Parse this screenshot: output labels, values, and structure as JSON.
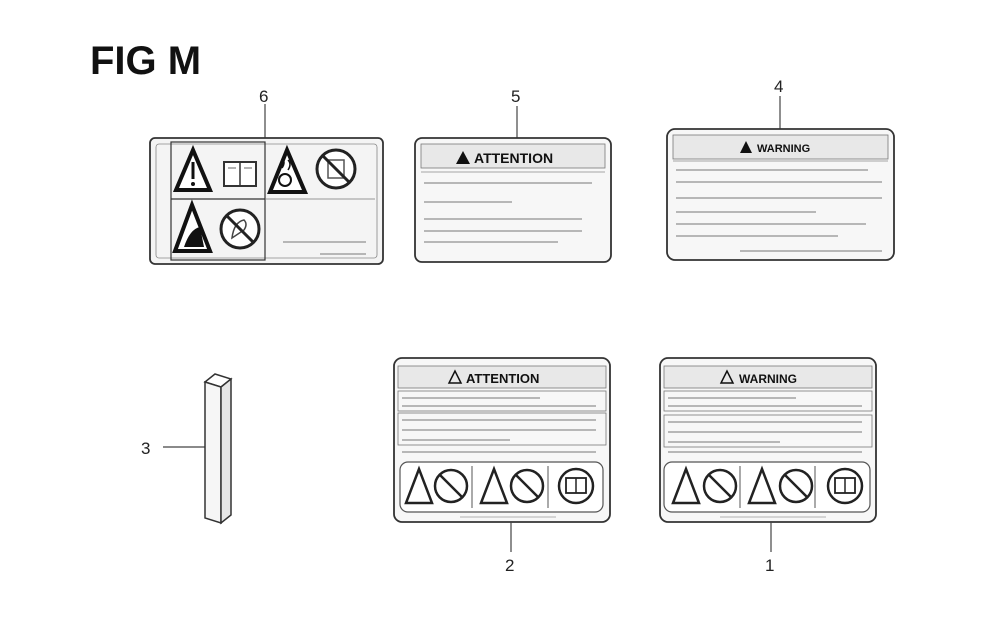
{
  "figure": {
    "title": "FIG M"
  },
  "callouts": {
    "c1": "1",
    "c2": "2",
    "c3": "3",
    "c4": "4",
    "c5": "5",
    "c6": "6"
  },
  "labels": {
    "attention": "ATTENTION",
    "warning": "WARNING"
  },
  "icons": {
    "warning_triangle": "warning-triangle-icon",
    "manual_book": "manual-book-icon",
    "prohibition": "prohibition-icon"
  }
}
